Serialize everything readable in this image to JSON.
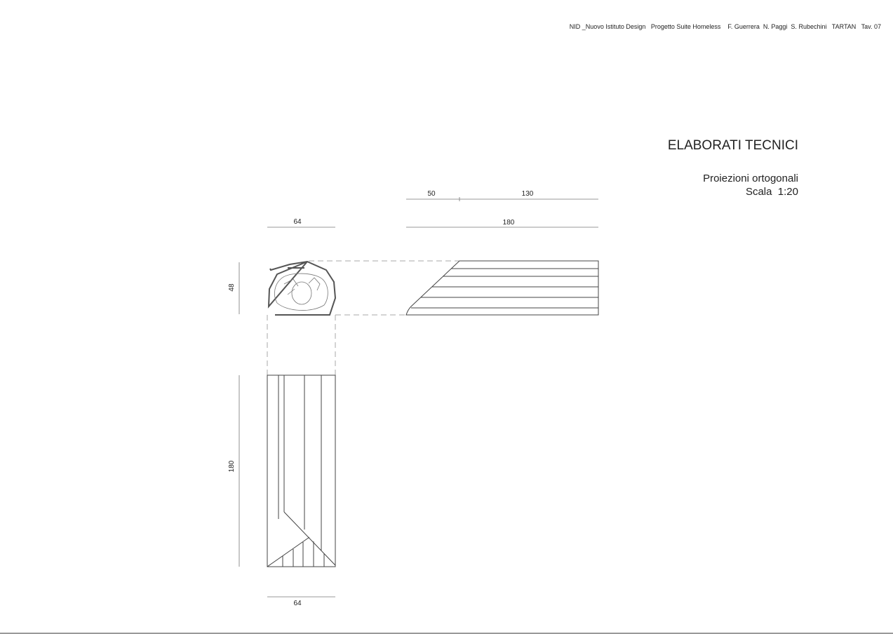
{
  "header": {
    "credits": "NID _Nuovo Istituto Design   Progetto Suite Homeless    F. Guerrera  N. Paggi  S. Rubechini   TARTAN   Tav. 07"
  },
  "title": "ELABORATI TECNICI",
  "subtitle": "Proiezioni ortogonali",
  "scale": "Scala  1:20",
  "dimensions": {
    "top_partial_a": "50",
    "top_partial_b": "130",
    "side_length": "180",
    "section_width": "64",
    "section_height": "48",
    "plan_length": "180",
    "plan_width": "64"
  }
}
